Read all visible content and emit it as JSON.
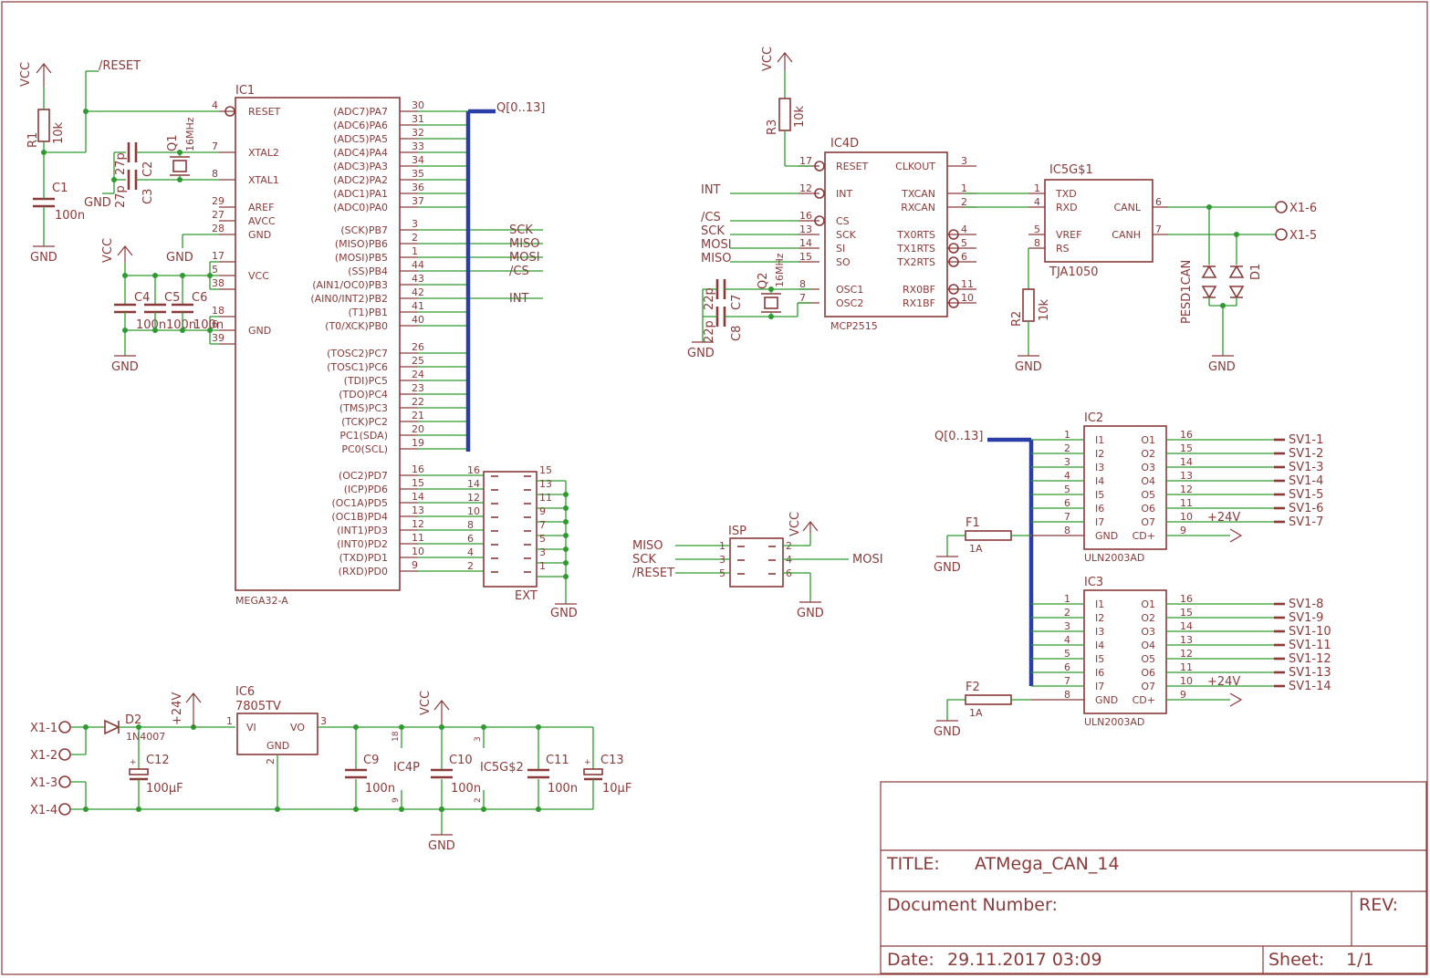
{
  "title_block": {
    "title_label": "TITLE:",
    "title": "ATMega_CAN_14",
    "docnum_label": "Document Number:",
    "rev_label": "REV:",
    "date_label": "Date:",
    "date": "29.11.2017 03:09",
    "sheet_label": "Sheet:",
    "sheet": "1/1"
  },
  "mcu": {
    "name": "IC1",
    "value": "MEGA32-A",
    "left_pins": [
      {
        "num": "4",
        "name": "RESET"
      },
      {
        "num": "7",
        "name": "XTAL2"
      },
      {
        "num": "8",
        "name": "XTAL1"
      },
      {
        "num": "29",
        "name": "AREF"
      },
      {
        "num": "27",
        "name": "AVCC"
      },
      {
        "num": "28",
        "name": "GND"
      },
      {
        "num": "17",
        "name": ""
      },
      {
        "num": "5",
        "name": "VCC"
      },
      {
        "num": "38",
        "name": ""
      },
      {
        "num": "18",
        "name": ""
      },
      {
        "num": "6",
        "name": "GND"
      },
      {
        "num": "39",
        "name": ""
      }
    ],
    "right_pins": [
      {
        "num": "30",
        "name": "(ADC7)PA7"
      },
      {
        "num": "31",
        "name": "(ADC6)PA6"
      },
      {
        "num": "32",
        "name": "(ADC5)PA5"
      },
      {
        "num": "33",
        "name": "(ADC4)PA4"
      },
      {
        "num": "34",
        "name": "(ADC3)PA3"
      },
      {
        "num": "35",
        "name": "(ADC2)PA2"
      },
      {
        "num": "36",
        "name": "(ADC1)PA1"
      },
      {
        "num": "37",
        "name": "(ADC0)PA0"
      },
      {
        "num": "3",
        "name": "(SCK)PB7"
      },
      {
        "num": "2",
        "name": "(MISO)PB6"
      },
      {
        "num": "1",
        "name": "(MOSI)PB5"
      },
      {
        "num": "44",
        "name": "(SS)PB4"
      },
      {
        "num": "43",
        "name": "(AIN1/OC0)PB3"
      },
      {
        "num": "42",
        "name": "(AIN0/INT2)PB2"
      },
      {
        "num": "41",
        "name": "(T1)PB1"
      },
      {
        "num": "40",
        "name": "(T0/XCK)PB0"
      },
      {
        "num": "26",
        "name": "(TOSC2)PC7"
      },
      {
        "num": "25",
        "name": "(TOSC1)PC6"
      },
      {
        "num": "24",
        "name": "(TDI)PC5"
      },
      {
        "num": "23",
        "name": "(TDO)PC4"
      },
      {
        "num": "22",
        "name": "(TMS)PC3"
      },
      {
        "num": "21",
        "name": "(TCK)PC2"
      },
      {
        "num": "20",
        "name": "PC1(SDA)"
      },
      {
        "num": "19",
        "name": "PC0(SCL)"
      },
      {
        "num": "16",
        "name": "(OC2)PD7"
      },
      {
        "num": "15",
        "name": "(ICP)PD6"
      },
      {
        "num": "14",
        "name": "(OC1A)PD5"
      },
      {
        "num": "13",
        "name": "(OC1B)PD4"
      },
      {
        "num": "12",
        "name": "(INT1)PD3"
      },
      {
        "num": "11",
        "name": "(INT0)PD2"
      },
      {
        "num": "10",
        "name": "(TXD)PD1"
      },
      {
        "num": "9",
        "name": "(RXD)PD0"
      }
    ],
    "net_labels": {
      "sck": "SCK",
      "miso": "MISO",
      "mosi": "MOSI",
      "cs": "/CS",
      "int": "INT",
      "bus": "Q[0..13]"
    }
  },
  "ext": {
    "name": "EXT",
    "left_nums": [
      "16",
      "14",
      "12",
      "10",
      "8",
      "6",
      "4",
      "2"
    ],
    "right_nums": [
      "15",
      "13",
      "11",
      "9",
      "7",
      "5",
      "3",
      "1"
    ]
  },
  "can_ctrl": {
    "name": "IC4D",
    "value": "MCP2515",
    "left_pins": [
      {
        "num": "17",
        "name": "RESET"
      },
      {
        "num": "12",
        "name": "INT"
      },
      {
        "num": "16",
        "name": "CS"
      },
      {
        "num": "13",
        "name": "SCK"
      },
      {
        "num": "14",
        "name": "SI"
      },
      {
        "num": "15",
        "name": "SO"
      },
      {
        "num": "8",
        "name": "OSC1"
      },
      {
        "num": "7",
        "name": "OSC2"
      }
    ],
    "right_pins": [
      {
        "num": "3",
        "name": "CLKOUT"
      },
      {
        "num": "1",
        "name": "TXCAN"
      },
      {
        "num": "2",
        "name": "RXCAN"
      },
      {
        "num": "4",
        "name": "TX0RTS"
      },
      {
        "num": "5",
        "name": "TX1RTS"
      },
      {
        "num": "6",
        "name": "TX2RTS"
      },
      {
        "num": "11",
        "name": "RX0BF"
      },
      {
        "num": "10",
        "name": "RX1BF"
      }
    ],
    "net_labels": [
      "INT",
      "/CS",
      "SCK",
      "MOSI",
      "MISO"
    ]
  },
  "transceiver": {
    "name": "IC5G$1",
    "value": "TJA1050",
    "left_pins": [
      {
        "num": "1",
        "name": "TXD"
      },
      {
        "num": "4",
        "name": "RXD"
      },
      {
        "num": "5",
        "name": "VREF"
      },
      {
        "num": "8",
        "name": "RS"
      }
    ],
    "right_pins": [
      {
        "num": "6",
        "name": "CANL"
      },
      {
        "num": "7",
        "name": "CANH"
      }
    ],
    "outputs": [
      "X1-6",
      "X1-5"
    ],
    "protection": {
      "name": "D1",
      "value": "PESD1CAN"
    }
  },
  "isp": {
    "name": "ISP",
    "left": [
      {
        "net": "MISO",
        "num": "1"
      },
      {
        "net": "SCK",
        "num": "3"
      },
      {
        "net": "/RESET",
        "num": "5"
      }
    ],
    "right": [
      {
        "num": "2",
        "net": "VCC"
      },
      {
        "num": "4",
        "net": "MOSI"
      },
      {
        "num": "6",
        "net": "GND"
      }
    ]
  },
  "drivers": [
    {
      "name": "IC2",
      "value": "ULN2003AD",
      "fuse": "F1",
      "fuse_value": "1A",
      "inputs": [
        {
          "num": "1",
          "name": "I1"
        },
        {
          "num": "2",
          "name": "I2"
        },
        {
          "num": "3",
          "name": "I3"
        },
        {
          "num": "4",
          "name": "I4"
        },
        {
          "num": "5",
          "name": "I5"
        },
        {
          "num": "6",
          "name": "I6"
        },
        {
          "num": "7",
          "name": "I7"
        },
        {
          "num": "8",
          "name": "GND"
        }
      ],
      "outputs": [
        {
          "num": "16",
          "name": "O1",
          "label": "SV1-1"
        },
        {
          "num": "15",
          "name": "O2",
          "label": "SV1-2"
        },
        {
          "num": "14",
          "name": "O3",
          "label": "SV1-3"
        },
        {
          "num": "13",
          "name": "O4",
          "label": "SV1-4"
        },
        {
          "num": "12",
          "name": "O5",
          "label": "SV1-5"
        },
        {
          "num": "11",
          "name": "O6",
          "label": "SV1-6"
        },
        {
          "num": "10",
          "name": "O7",
          "label": "SV1-7"
        },
        {
          "num": "9",
          "name": "CD+",
          "label": ""
        }
      ]
    },
    {
      "name": "IC3",
      "value": "ULN2003AD",
      "fuse": "F2",
      "fuse_value": "1A",
      "inputs": [
        {
          "num": "1",
          "name": "I1"
        },
        {
          "num": "2",
          "name": "I2"
        },
        {
          "num": "3",
          "name": "I3"
        },
        {
          "num": "4",
          "name": "I4"
        },
        {
          "num": "5",
          "name": "I5"
        },
        {
          "num": "6",
          "name": "I6"
        },
        {
          "num": "7",
          "name": "I7"
        },
        {
          "num": "8",
          "name": "GND"
        }
      ],
      "outputs": [
        {
          "num": "16",
          "name": "O1",
          "label": "SV1-8"
        },
        {
          "num": "15",
          "name": "O2",
          "label": "SV1-9"
        },
        {
          "num": "14",
          "name": "O3",
          "label": "SV1-10"
        },
        {
          "num": "13",
          "name": "O4",
          "label": "SV1-11"
        },
        {
          "num": "12",
          "name": "O5",
          "label": "SV1-12"
        },
        {
          "num": "11",
          "name": "O6",
          "label": "SV1-13"
        },
        {
          "num": "10",
          "name": "O7",
          "label": "SV1-14"
        },
        {
          "num": "9",
          "name": "CD+",
          "label": ""
        }
      ]
    }
  ],
  "power": {
    "regulator": {
      "name": "IC6",
      "value": "7805TV",
      "vi": "VI",
      "vo": "VO",
      "gnd": "GND",
      "pin_in": "1",
      "pin_out": "3",
      "pin_gnd": "2"
    },
    "connectors": [
      "X1-1",
      "X1-2",
      "X1-3",
      "X1-4"
    ],
    "diode": {
      "name": "D2",
      "value": "1N4007"
    },
    "caps": [
      {
        "name": "C12",
        "value": "100µF"
      },
      {
        "name": "C9",
        "value": "100n"
      },
      {
        "name": "C10",
        "value": "100n"
      },
      {
        "name": "C11",
        "value": "100n"
      },
      {
        "name": "C13",
        "value": "10µF"
      }
    ],
    "supply_parts": [
      {
        "name": "IC4P",
        "vcc": "18",
        "gnd": "9"
      },
      {
        "name": "IC5G$2",
        "vcc": "3",
        "gnd": "2"
      }
    ],
    "plus24": "+24V"
  },
  "misc": {
    "r1": {
      "name": "R1",
      "value": "10k"
    },
    "r2": {
      "name": "R2",
      "value": "10k"
    },
    "r3": {
      "name": "R3",
      "value": "10k"
    },
    "c1": {
      "name": "C1",
      "value": "100n"
    },
    "c2": {
      "name": "C2",
      "value": "27p"
    },
    "c3": {
      "name": "C3",
      "value": "27p"
    },
    "q1": {
      "name": "Q1",
      "value": "16MHz"
    },
    "q2": {
      "name": "Q2",
      "value": "16MHz"
    },
    "c4": {
      "name": "C4",
      "value": "100n"
    },
    "c5": {
      "name": "C5",
      "value": "100n"
    },
    "c6": {
      "name": "C6",
      "value": "100n"
    },
    "c7": {
      "name": "C7",
      "value": "22p"
    },
    "c8": {
      "name": "C8",
      "value": "22p"
    },
    "vcc": "VCC",
    "gnd": "GND",
    "reset": "/RESET",
    "plus24": "+24V"
  }
}
